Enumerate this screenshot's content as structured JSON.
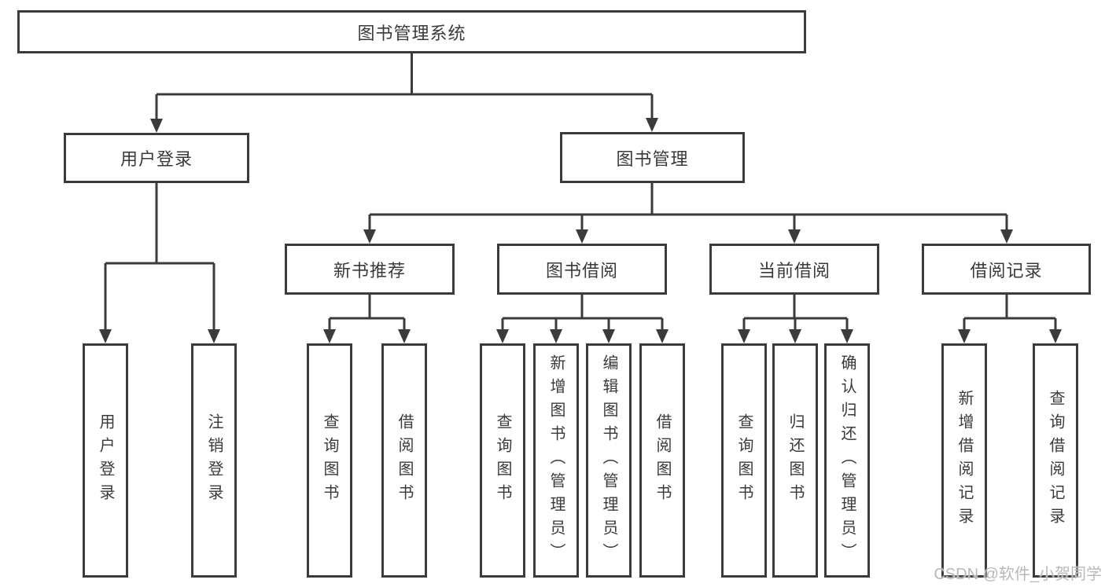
{
  "diagram_title": "图书管理系统",
  "tree": {
    "root": {
      "label": "图书管理系统",
      "children": [
        {
          "label": "用户登录",
          "children": [
            {
              "label": "用户登录"
            },
            {
              "label": "注销登录"
            }
          ]
        },
        {
          "label": "图书管理",
          "children": [
            {
              "label": "新书推荐",
              "children": [
                {
                  "label": "查询图书"
                },
                {
                  "label": "借阅图书"
                }
              ]
            },
            {
              "label": "图书借阅",
              "children": [
                {
                  "label": "查询图书"
                },
                {
                  "label": "新增图书（管理员）"
                },
                {
                  "label": "编辑图书（管理员）"
                },
                {
                  "label": "借阅图书"
                }
              ]
            },
            {
              "label": "当前借阅",
              "children": [
                {
                  "label": "查询图书"
                },
                {
                  "label": "归还图书"
                },
                {
                  "label": "确认归还（管理员）"
                }
              ]
            },
            {
              "label": "借阅记录",
              "children": [
                {
                  "label": "新增借阅记录"
                },
                {
                  "label": "查询借阅记录"
                }
              ]
            }
          ]
        }
      ]
    }
  },
  "watermark": {
    "text": "CSDN @软件_小贺同学"
  },
  "colors": {
    "line": "#3b3b3b",
    "node_border": "#3b3b3b",
    "text": "#3a3a3a",
    "watermark": "#b9b9b9",
    "background": "#ffffff"
  }
}
